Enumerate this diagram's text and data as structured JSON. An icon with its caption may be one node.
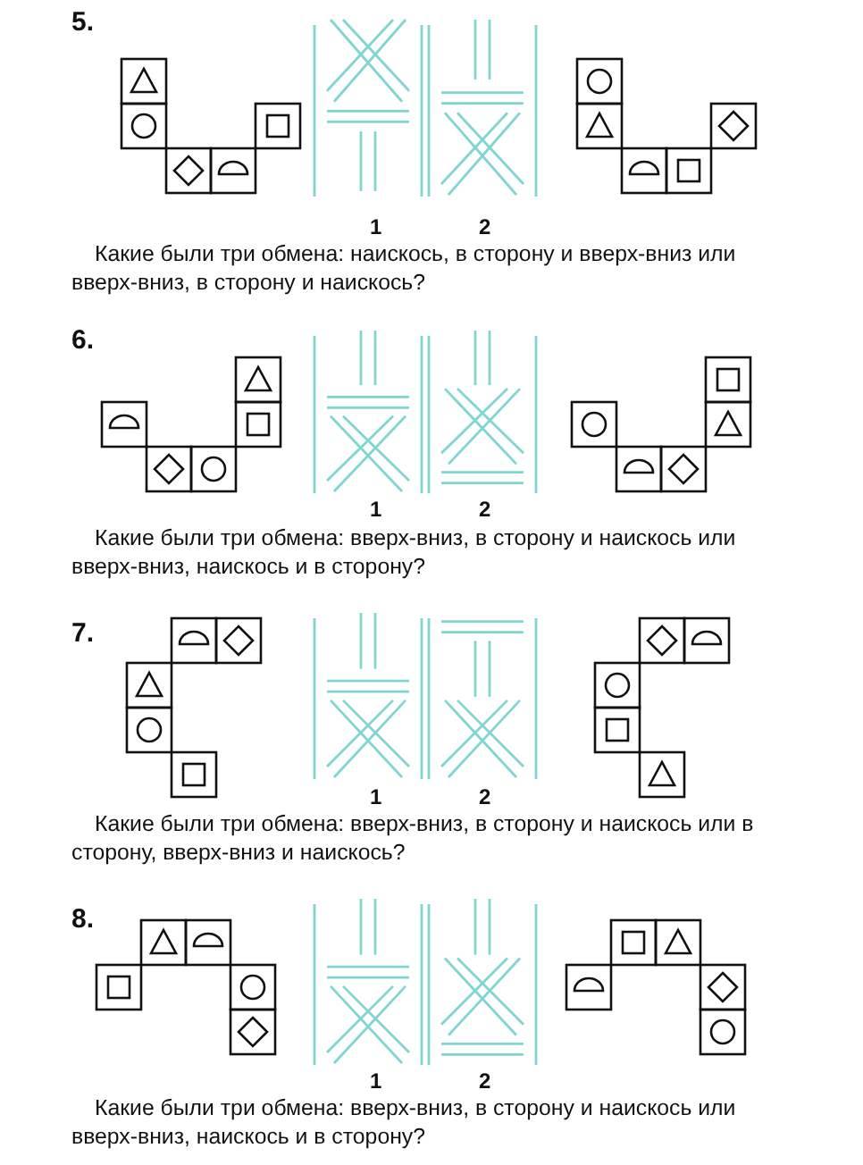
{
  "diagram": {
    "labels": [
      "5.",
      "1",
      "2",
      "Какие были три обмена: наискось, в сторону и вверх-вниз или вверх-вниз, в сторону и наискось?",
      "6.",
      "1",
      "2",
      "Какие были три обмена: вверх-вниз, в сторону и наискось или вверх-вниз, наискось и в сторону?",
      "7.",
      "1",
      "2",
      "Какие были три обмена: вверх-вниз, в сторону и наискось или в сторону, вверх-вниз и наискось?",
      "8.",
      "1",
      "2",
      "Какие были три обмена: вверх-вниз, в сторону и наискось или вверх-вниз, наискось и в сторону?"
    ]
  }
}
